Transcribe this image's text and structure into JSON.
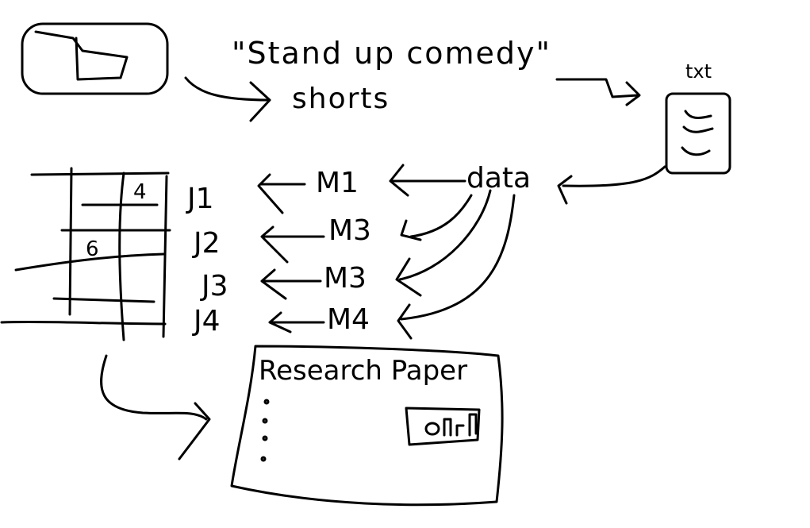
{
  "sketch": {
    "title": "\"Stand up comedy\"",
    "shorts_label": "shorts",
    "txt_label": "txt",
    "data_label": "data",
    "models": [
      "M1",
      "M3",
      "M3",
      "M4"
    ],
    "judges": [
      "J1",
      "J2",
      "J3",
      "J4"
    ],
    "table_values": [
      "4",
      "6"
    ],
    "paper_title": "Research Paper"
  }
}
